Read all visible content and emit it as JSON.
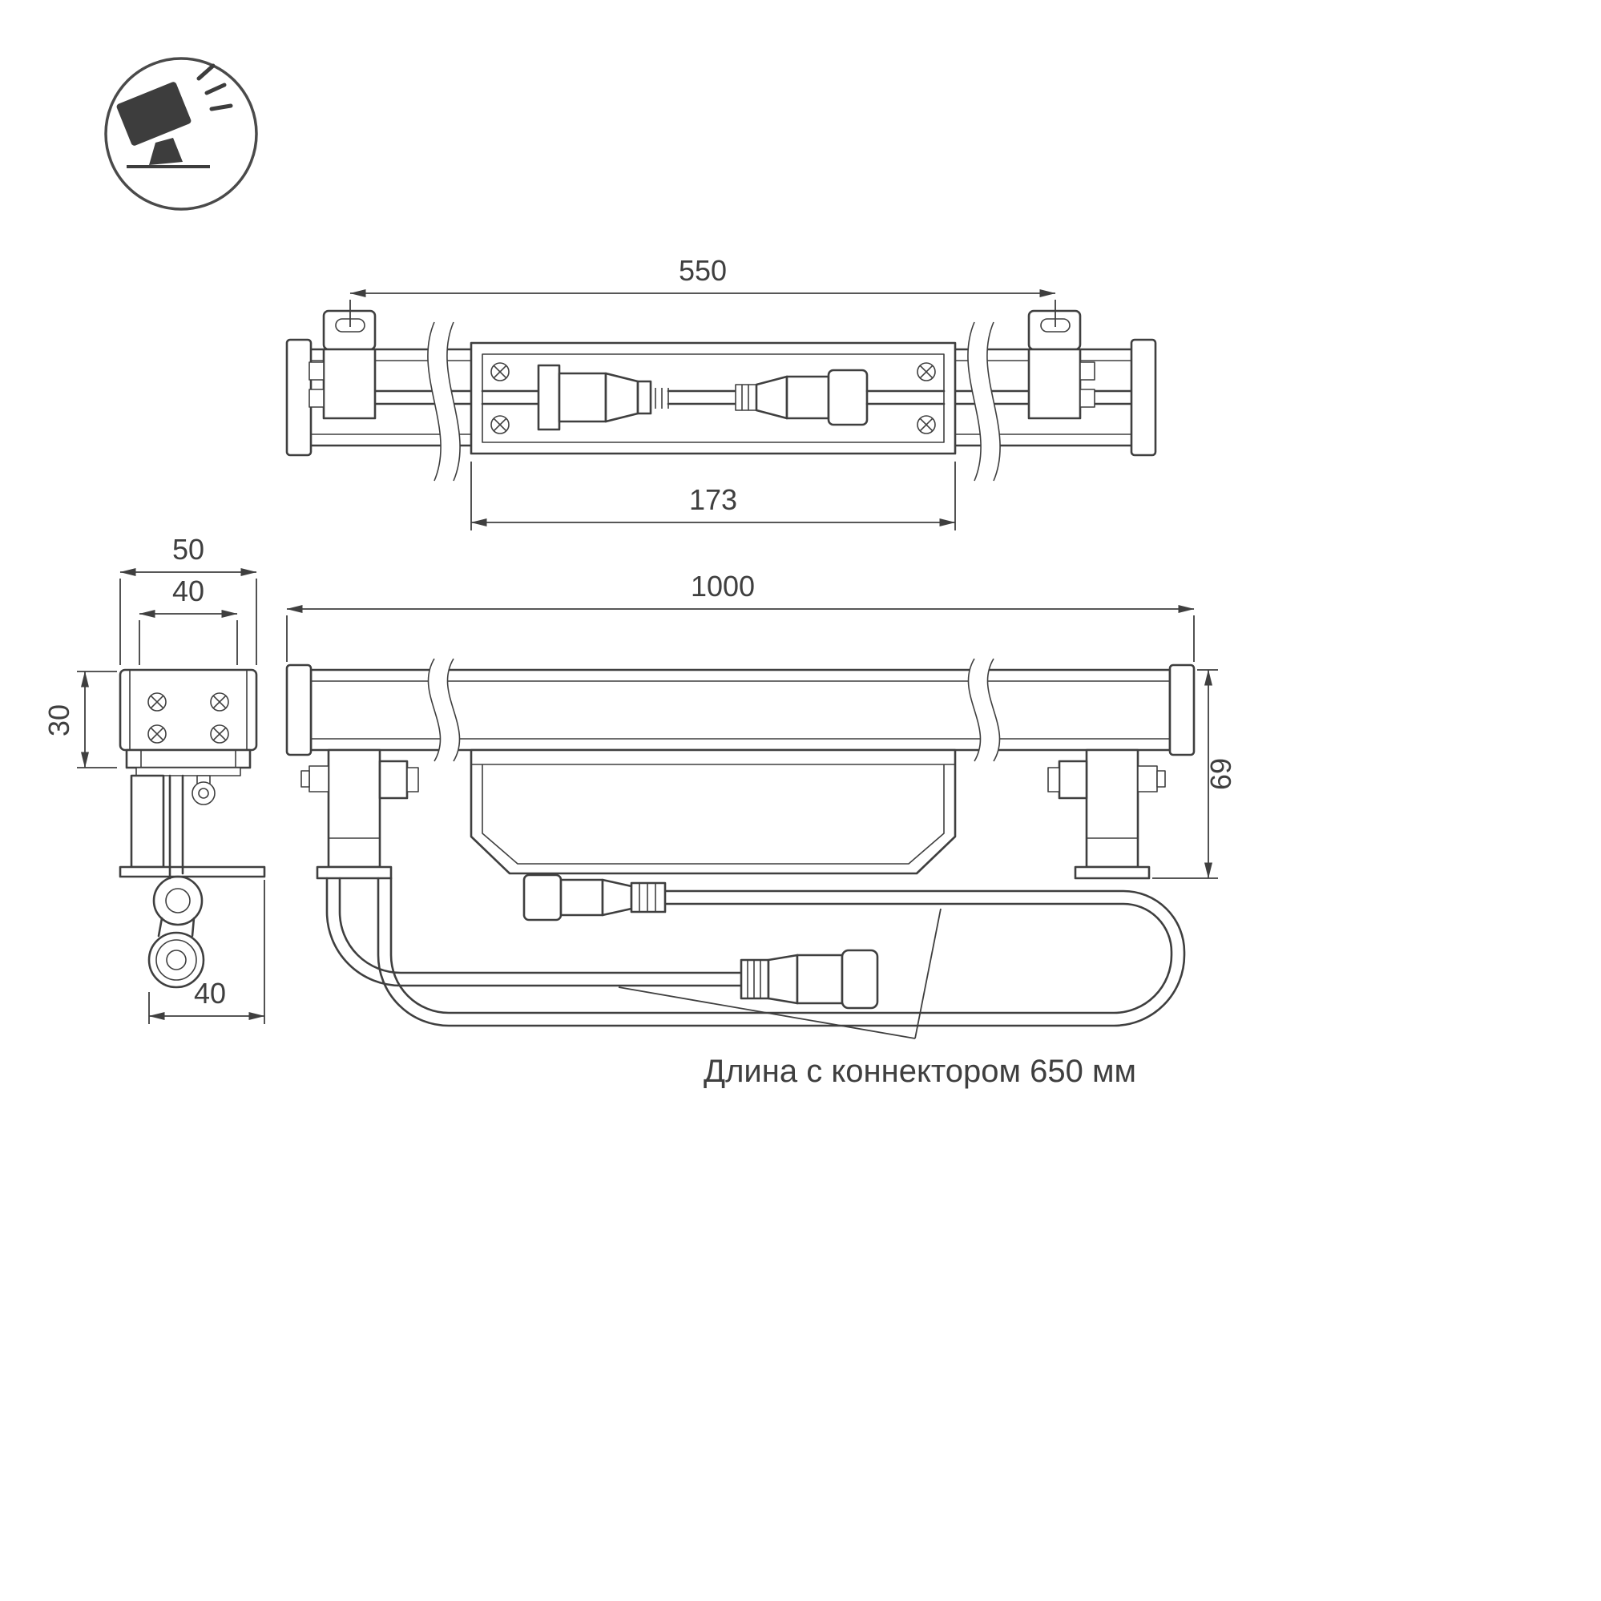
{
  "dims": {
    "mount_spacing": "550",
    "module_length": "173",
    "overall_length": "1000",
    "bracket_width_outer": "50",
    "bracket_width_inner": "40",
    "bracket_height": "30",
    "bracket_foot": "40",
    "body_height": "69"
  },
  "caption": {
    "connector_length": "Длина с коннектором 650 мм"
  },
  "colors": {
    "line": "#3f3f3f",
    "icon_fill": "#3d3d3d",
    "background": "#ffffff"
  }
}
